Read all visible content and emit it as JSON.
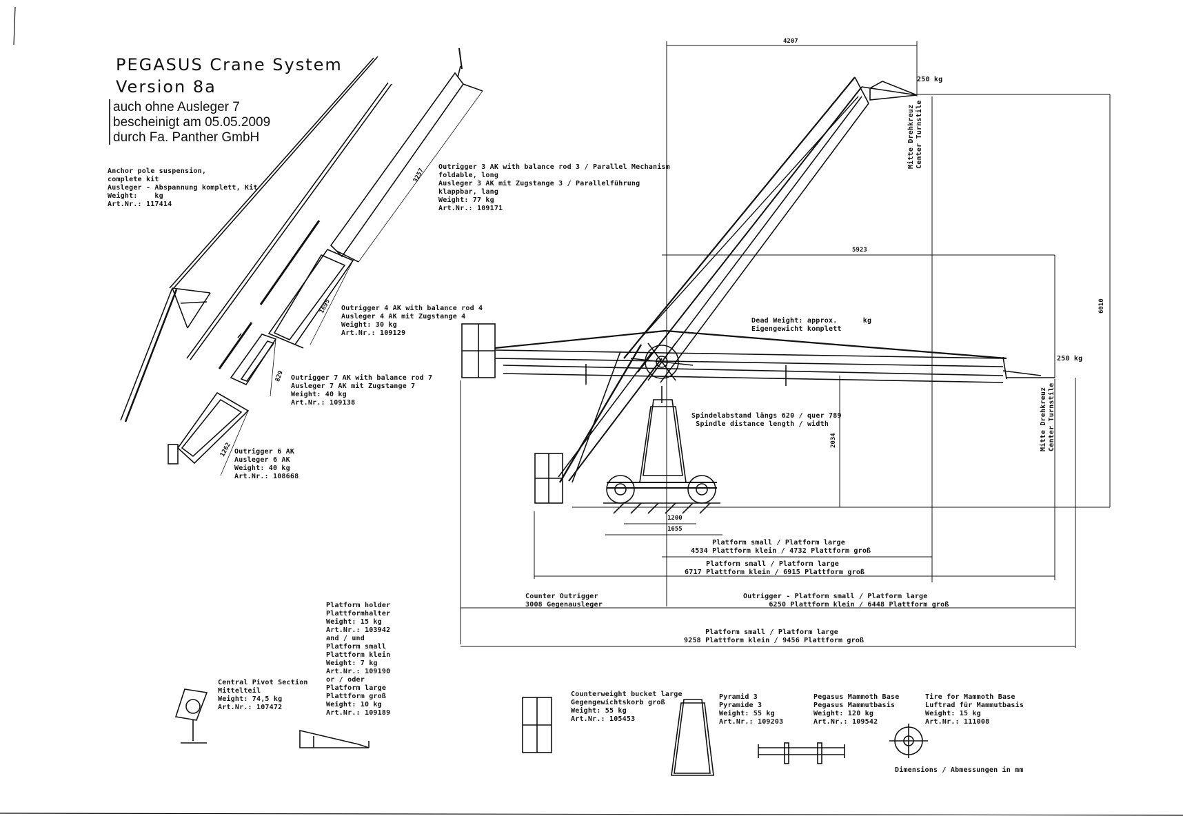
{
  "title": {
    "line1": "PEGASUS Crane System",
    "line2": "Version 8a",
    "note1": "auch ohne Ausleger 7",
    "note2": "bescheinigt am 05.05.2009",
    "note3": "durch Fa. Panther GmbH"
  },
  "parts": {
    "anchor": "Anchor pole suspension,\ncomplete kit\nAusleger - Abspannung komplett, Kit\nWeight:    kg\nArt.Nr.: 117414",
    "outrigger3": "Outrigger 3 AK with balance rod 3 / Parallel Mechanism\nfoldable, long\nAusleger 3 AK mit Zugstange 3 / Parallelführung\nklappbar, lang\nWeight: 77 kg\nArt.Nr.: 109171",
    "outrigger4": "Outrigger 4 AK with balance rod 4\nAusleger 4 AK mit Zugstange 4\nWeight: 30 kg\nArt.Nr.: 109129",
    "outrigger7": "Outrigger 7 AK with balance rod 7\nAusleger 7 AK mit Zugstange 7\nWeight: 40 kg\nArt.Nr.: 109138",
    "outrigger6": "Outrigger 6 AK\nAusleger 6 AK\nWeight: 40 kg\nArt.Nr.: 108668",
    "platform_holder": "Platform holder\nPlattformhalter\nWeight: 15 kg\nArt.Nr.: 103942\nand / und\nPlatform small\nPlattform klein\nWeight: 7 kg\nArt.Nr.: 109190\nor / oder\nPlatform large\nPlattform groß\nWeight: 10 kg\nArt.Nr.: 109189",
    "central_pivot": "Central Pivot Section\nMittelteil\nWeight: 74,5 kg\nArt.Nr.: 107472",
    "counterweight": "Counterweight bucket large\nGegengewichtskorb groß\nWeight: 55 kg\nArt.Nr.: 105453",
    "pyramid": "Pyramid 3\nPyramide 3\nWeight: 55 kg\nArt.Nr.: 109203",
    "mammoth_base": "Pegasus Mammoth Base\nPegasus Mammutbasis\nWeight: 120 kg\nArt.Nr.: 109542",
    "tire": "Tire for Mammoth Base\nLuftrad für Mammutbasis\nWeight: 15 kg\nArt.Nr.: 111008"
  },
  "assembly": {
    "dead_weight": "Dead Weight: approx.      kg\nEigengewicht komplett",
    "spindle": "Spindelabstand längs 620 / quer 789\n Spindle distance length / width",
    "load_top": "250 kg",
    "load_right": "250 kg",
    "center_top": "Mitte Drehkreuz\nCenter Turnstile",
    "center_right": "Mitte Drehkreuz\nCenter Turnstile",
    "platform1": "     Platform small / Platform large\n4534 Plattform klein / 4732 Plattform groß",
    "platform2": "     Platform small / Platform large\n6717 Plattform klein / 6915 Plattform groß",
    "counter_outrigger": "Counter Outrigger\n3008 Gegenausleger",
    "outrigger_platform": "Outrigger - Platform small / Platform large\n      6250 Plattform klein / 6448 Plattform groß",
    "platform3": "     Platform small / Platform large\n9258 Plattform klein / 9456 Plattform groß",
    "dimensions_note": "Dimensions / Abmessungen in mm"
  },
  "dimensions": {
    "d4207": "4207",
    "d5923": "5923",
    "d6010": "6010",
    "d2034": "2034",
    "d1200": "1200",
    "d1655": "1655",
    "d3257": "3257",
    "d1695": "1695",
    "d829": "829",
    "d1262": "1262"
  }
}
